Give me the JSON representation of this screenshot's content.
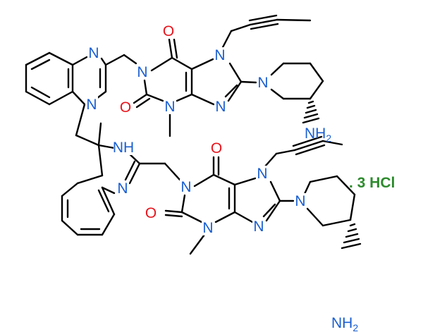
{
  "colors": {
    "nitrogen": "#1a5fd1",
    "oxygen": "#e8141c",
    "salt": "#2e8b2e",
    "bond": "#000000"
  },
  "salt_label": ". 3 HCl",
  "atoms": {
    "n_quin_top": "N",
    "n_quin_mid": "N",
    "n1_top": "N",
    "o_top_c6": "O",
    "o_top_c2": "O",
    "n3_top": "N",
    "n7_top": "N",
    "n9_top": "N",
    "n_pip_top": "N",
    "nh2_top": "NH2",
    "nh_link": "NH",
    "n_imine_link": "N",
    "n1_bot": "N",
    "o_bot_c6": "O",
    "o_bot_c2": "O",
    "n3_bot": "N",
    "n7_bot": "N",
    "n9_bot": "N",
    "n_pip_bot": "N",
    "nh2_bot": "NH2"
  }
}
